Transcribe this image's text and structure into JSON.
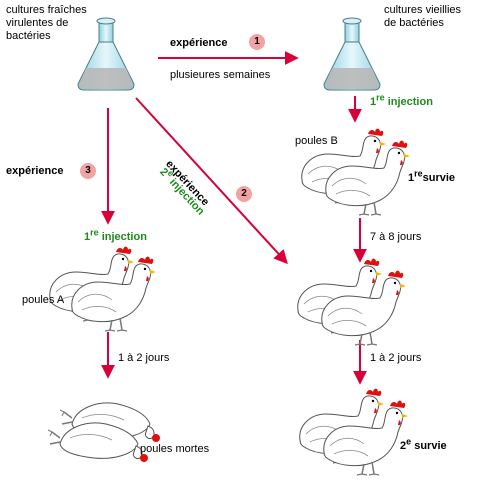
{
  "top_left_label": [
    "cultures fraîches",
    "virulentes de",
    "bactéries"
  ],
  "top_right_label": [
    "cultures vieillies",
    "de bactéries"
  ],
  "exp1": {
    "label": "expérience",
    "number": "1",
    "sublabel": "plusieures semaines"
  },
  "exp2": {
    "label": "expérience",
    "number": "2",
    "injection_sup": "e",
    "injection_num": "2",
    "injection_word": "injection"
  },
  "exp3": {
    "label": "expérience",
    "number": "3"
  },
  "first_injection_right": {
    "num": "1",
    "sup": "re",
    "word": "injection"
  },
  "first_injection_left": {
    "num": "1",
    "sup": "re",
    "word": "injection"
  },
  "poules_b": "poules B",
  "poules_a": "poules A",
  "first_survival": {
    "num": "1",
    "sup": "re",
    "word": "survie"
  },
  "second_survival": {
    "num": "2",
    "sup": "e",
    "word": "survie"
  },
  "interval_right_1": "7 à 8 jours",
  "interval_right_2": "1 à 2 jours",
  "interval_left": "1 à 2 jours",
  "poules_mortes": "poules mortes",
  "colors": {
    "arrow": "#d9003a",
    "green_text": "#1e8a1e",
    "badge": "#f2a2a2",
    "flask_liquid": "#b8b8b8",
    "flask_glass": "#bfe6ee",
    "comb": "#e01010"
  }
}
